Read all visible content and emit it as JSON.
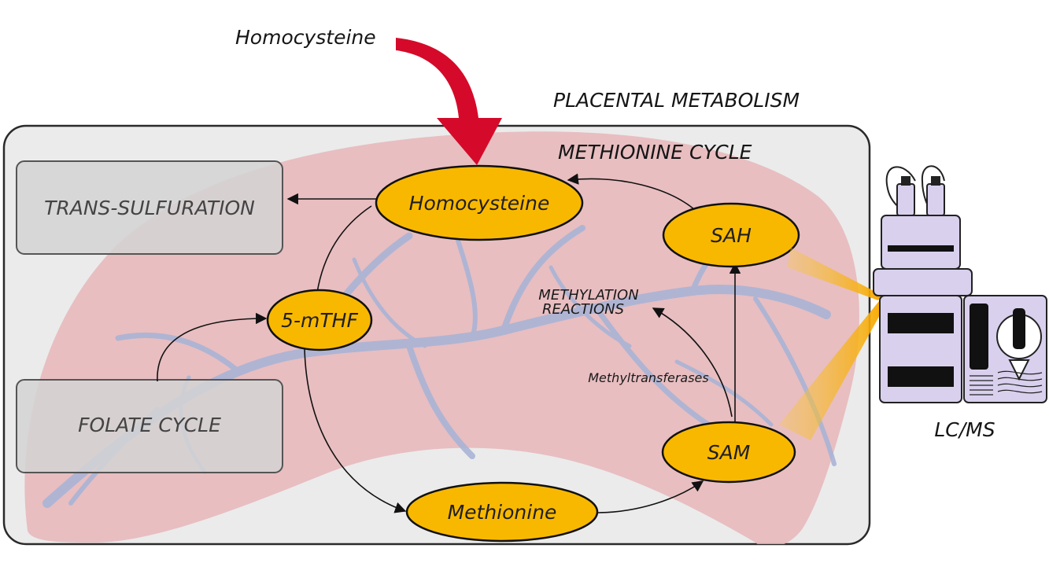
{
  "diagram": {
    "external_label": "Homocysteine",
    "region_title": "PLACENTAL METABOLISM",
    "cycle_title": "METHIONINE CYCLE",
    "instrument_label": "LC/MS",
    "boxes": {
      "transsulfuration": "TRANS-SULFURATION",
      "folate_cycle": "FOLATE CYCLE"
    },
    "nodes": {
      "homocysteine": "Homocysteine",
      "sah": "SAH",
      "mthf": "5-mTHF",
      "methionine": "Methionine",
      "sam": "SAM"
    },
    "methylation_reactions": {
      "line1": "METHYLATION",
      "line2": "REACTIONS"
    },
    "enzyme_label": "Methyltransferases"
  },
  "colors": {
    "node_fill": "#F9B800",
    "influx_arrow": "#D50A2A",
    "placenta": "#E8B6BA",
    "vessels": "#A9B4D6",
    "panel": "#EBEBEB",
    "box_fill": "#D3D3D3",
    "instrument": "#D9D0EE"
  },
  "icons": {
    "instrument": "lc-ms-instrument-icon",
    "placenta": "placenta-illustration"
  }
}
